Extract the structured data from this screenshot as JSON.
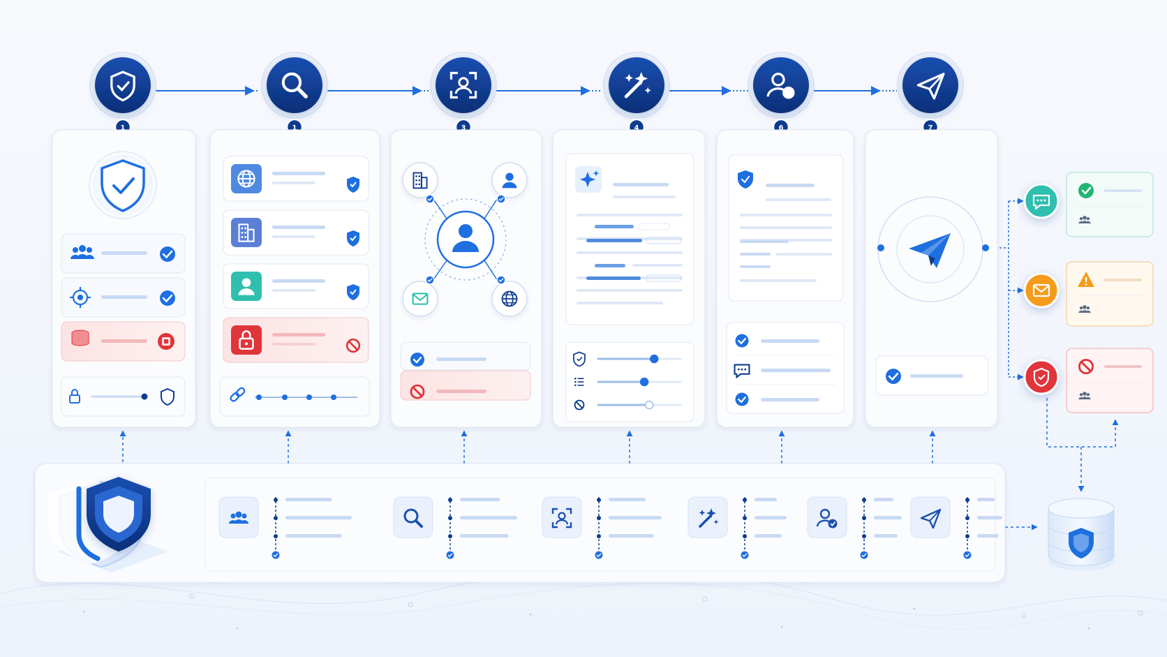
{
  "colors": {
    "navy": "#0d3b8f",
    "blue": "#1e6fe0",
    "light_blue": "#cfe0f8",
    "red": "#e0353b",
    "green": "#22b573",
    "teal": "#2fbfae",
    "orange": "#f59b1c",
    "card_border": "#dfe6f1"
  },
  "steps": [
    {
      "number": "1",
      "icon": "shield-check-icon"
    },
    {
      "number": "1",
      "icon": "search-icon"
    },
    {
      "number": "3",
      "icon": "face-scan-icon"
    },
    {
      "number": "4",
      "icon": "magic-wand-icon"
    },
    {
      "number": "6",
      "icon": "user-check-icon"
    },
    {
      "number": "7",
      "icon": "paper-plane-icon"
    }
  ],
  "panels": [
    {
      "rows": [
        {
          "icon": "users-icon",
          "status": "ok"
        },
        {
          "icon": "target-icon",
          "status": "ok"
        },
        {
          "icon": "database-icon",
          "status": "error"
        },
        {
          "icon": "lock-icon",
          "status": "shield"
        }
      ]
    },
    {
      "rows": [
        {
          "icon": "globe-icon",
          "status": "ok"
        },
        {
          "icon": "building-icon",
          "status": "ok"
        },
        {
          "icon": "user-icon",
          "status": "ok"
        },
        {
          "icon": "lock-icon",
          "status": "blocked"
        },
        {
          "icon": "link-icon",
          "status": "chain"
        }
      ]
    },
    {
      "nodes": [
        "building-icon",
        "user-icon",
        "mail-icon",
        "globe-icon"
      ],
      "results": [
        "ok",
        "blocked"
      ]
    },
    {
      "controls": [
        "shield-icon",
        "list-icon",
        "blocked-icon"
      ],
      "slider_levels": [
        0.68,
        0.56,
        0.62
      ]
    },
    {
      "rows": [
        "check-icon",
        "chat-icon",
        "check-icon"
      ]
    },
    {
      "rows": [
        "check-icon"
      ]
    }
  ],
  "outcomes": [
    {
      "channel": "chat-icon",
      "status": "success-icon"
    },
    {
      "channel": "mail-icon",
      "status": "warning-icon"
    },
    {
      "channel": "shield-icon",
      "status": "blocked-icon"
    }
  ],
  "pipeline": {
    "items": [
      "users-icon",
      "search-icon",
      "face-scan-icon",
      "magic-wand-icon",
      "user-check-icon",
      "paper-plane-icon"
    ]
  }
}
